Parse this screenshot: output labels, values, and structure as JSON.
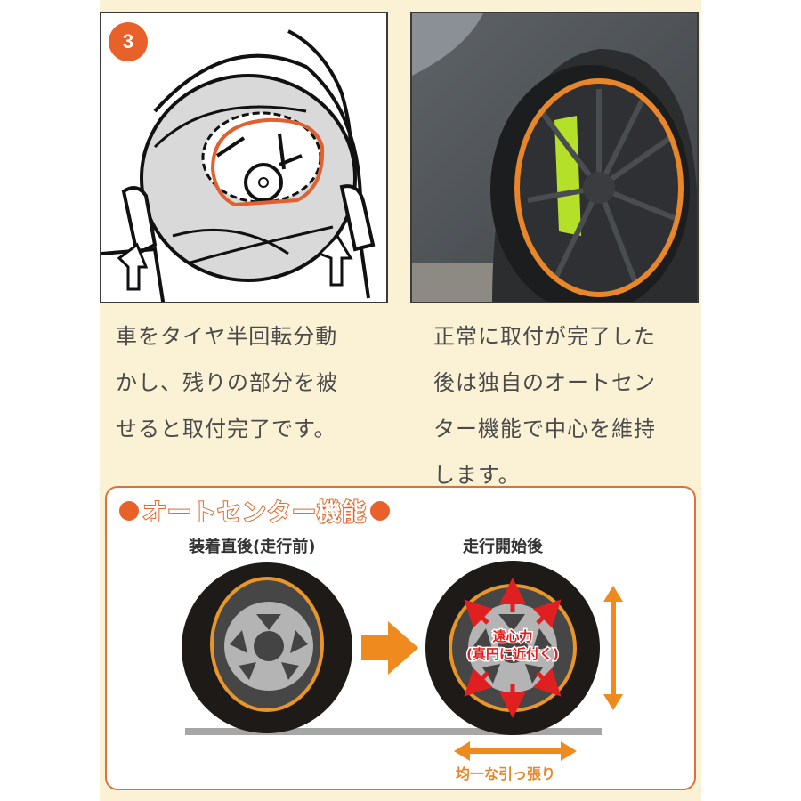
{
  "step": {
    "number": "3",
    "left_image_alt": "Illustration of hands pulling the tire sock over the remaining part of the tire",
    "right_image_alt": "Photo of car wheel with black tire sock and orange rim band installed",
    "left_description": [
      "車をタイヤ半回転分動",
      "かし、残りの部分を被",
      "せると取付完了です。"
    ],
    "right_description": [
      "正常に取付が完了した",
      "後は独自のオートセン",
      "ター機能で中心を維持",
      "します。"
    ]
  },
  "feature": {
    "title": "オートセンター機能",
    "before_label": "装着直後(走行前)",
    "after_label": "走行開始後",
    "force_label_line1": "遠心力",
    "force_label_line2": "(真円に近付く)",
    "tension_label": "均一な引っ張り"
  },
  "colors": {
    "accent_orange": "#e8602a",
    "band_orange": "#e8962a",
    "arrow_red": "#e02020",
    "panel_cream": "#fbf2d6"
  }
}
